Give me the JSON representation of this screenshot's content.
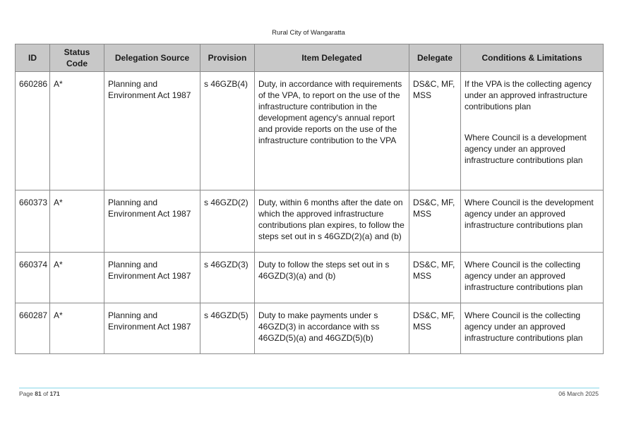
{
  "header": {
    "title": "Rural City of Wangaratta"
  },
  "table": {
    "columns": [
      "ID",
      "Status Code",
      "Delegation Source",
      "Provision",
      "Item Delegated",
      "Delegate",
      "Conditions & Limitations"
    ],
    "rows": [
      {
        "id": "660286",
        "status": "A*",
        "source": "Planning and Environment Act 1987",
        "provision": "s 46GZB(4)",
        "item": "Duty, in accordance with requirements of the VPA, to report on the use of the infrastructure contribution in the development agency's annual report and provide reports on the use of the infrastructure contribution to the VPA",
        "delegate": "DS&C, MF, MSS",
        "conditions": [
          "If the VPA is the collecting agency under an approved infrastructure contributions plan",
          "Where Council is a development agency under an approved infrastructure contributions plan"
        ]
      },
      {
        "id": "660373",
        "status": "A*",
        "source": "Planning and Environment Act 1987",
        "provision": "s 46GZD(2)",
        "item": "Duty, within 6 months after the date on which the approved infrastructure contributions plan expires, to follow the steps set out in s 46GZD(2)(a) and (b)",
        "delegate": "DS&C, MF, MSS",
        "conditions": [
          "Where Council is the development agency under an approved infrastructure contributions plan"
        ]
      },
      {
        "id": "660374",
        "status": "A*",
        "source": "Planning and Environment Act 1987",
        "provision": "s 46GZD(3)",
        "item": "Duty to follow the steps set out in s 46GZD(3)(a) and (b)",
        "delegate": "DS&C, MF, MSS",
        "conditions": [
          "Where Council is the collecting agency under an approved infrastructure contributions plan"
        ]
      },
      {
        "id": "660287",
        "status": "A*",
        "source": "Planning and Environment Act 1987",
        "provision": "s 46GZD(5)",
        "item": "Duty to make payments under s 46GZD(3) in accordance with ss 46GZD(5)(a) and 46GZD(5)(b)",
        "delegate": "DS&C, MF, MSS",
        "conditions": [
          "Where Council is the collecting agency under an approved infrastructure contributions plan"
        ]
      }
    ]
  },
  "footer": {
    "page_prefix": "Page",
    "page_current": "81",
    "page_of": "of",
    "page_total": "171",
    "date": "06 March 2025"
  }
}
